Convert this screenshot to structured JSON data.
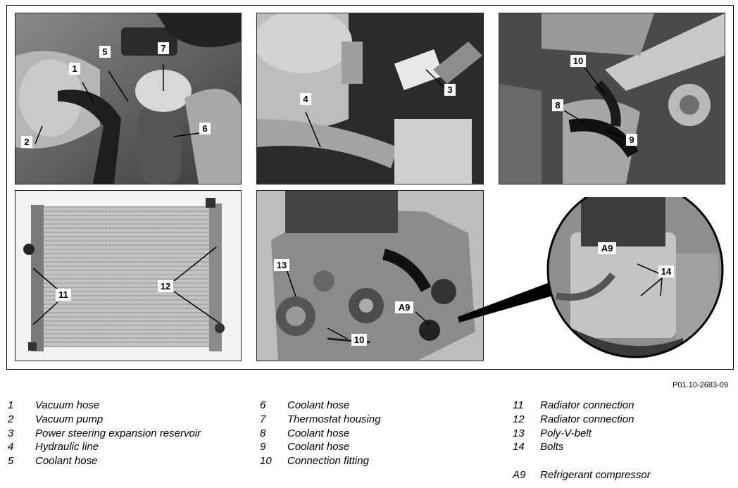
{
  "figure_id": "P01.10-2683-09",
  "panels": {
    "top_left": {
      "callouts": [
        "1",
        "2",
        "5",
        "6",
        "7"
      ]
    },
    "top_middle": {
      "callouts": [
        "3",
        "4"
      ]
    },
    "top_right": {
      "callouts": [
        "8",
        "9",
        "10"
      ]
    },
    "bottom_left": {
      "callouts": [
        "11",
        "12"
      ]
    },
    "bottom_middle": {
      "callouts": [
        "13",
        "A9",
        "10"
      ]
    },
    "zoom": {
      "callouts": [
        "A9",
        "14"
      ]
    }
  },
  "legend": {
    "col1": [
      {
        "num": "1",
        "text": "Vacuum hose"
      },
      {
        "num": "2",
        "text": "Vacuum pump"
      },
      {
        "num": "3",
        "text": "Power steering expansion reservoir"
      },
      {
        "num": "4",
        "text": "Hydraulic line"
      },
      {
        "num": "5",
        "text": "Coolant hose"
      }
    ],
    "col2": [
      {
        "num": "6",
        "text": "Coolant hose"
      },
      {
        "num": "7",
        "text": "Thermostat housing"
      },
      {
        "num": "8",
        "text": "Coolant hose"
      },
      {
        "num": "9",
        "text": "Coolant hose"
      },
      {
        "num": "10",
        "text": "Connection fitting"
      }
    ],
    "col3": [
      {
        "num": "11",
        "text": "Radiator connection"
      },
      {
        "num": "12",
        "text": "Radiator connection"
      },
      {
        "num": "13",
        "text": "Poly-V-belt"
      },
      {
        "num": "14",
        "text": "Bolts"
      }
    ],
    "col3_extra": {
      "num": "A9",
      "text": "Refrigerant compressor"
    }
  }
}
